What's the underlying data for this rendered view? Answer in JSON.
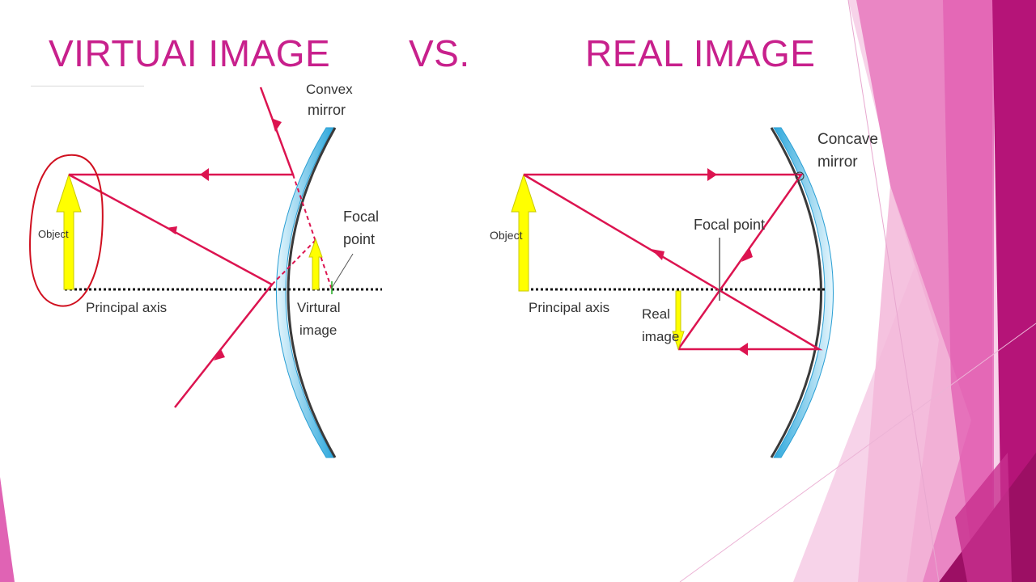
{
  "slide": {
    "title_left": "VIRTUAI IMAGE",
    "title_vs": "VS.",
    "title_right": "REAL IMAGE"
  },
  "convex_diagram": {
    "mirror_label_line1": "Convex",
    "mirror_label_line2": "mirror",
    "object_label": "Object",
    "axis_label": "Principal axis",
    "focal_label_line1": "Focal",
    "focal_label_line2": "point",
    "image_label_line1": "Virtural",
    "image_label_line2": "image"
  },
  "concave_diagram": {
    "mirror_label_line1": "Concave",
    "mirror_label_line2": "mirror",
    "object_label": "Object",
    "axis_label": "Principal axis",
    "focal_label": "Focal point",
    "image_label_line1": "Real",
    "image_label_line2": "image"
  },
  "colors": {
    "title": "#c8208c",
    "ray": "#dc1450",
    "object_arrow": "#ffff00",
    "mirror_blue": "#3ab0e0",
    "mirror_back": "#3a3a3a",
    "annotation_circle": "#d01020",
    "decor_pink_dark": "#b51478",
    "decor_pink_mid": "#e068b8",
    "decor_pink_light": "#f4c4e2"
  }
}
